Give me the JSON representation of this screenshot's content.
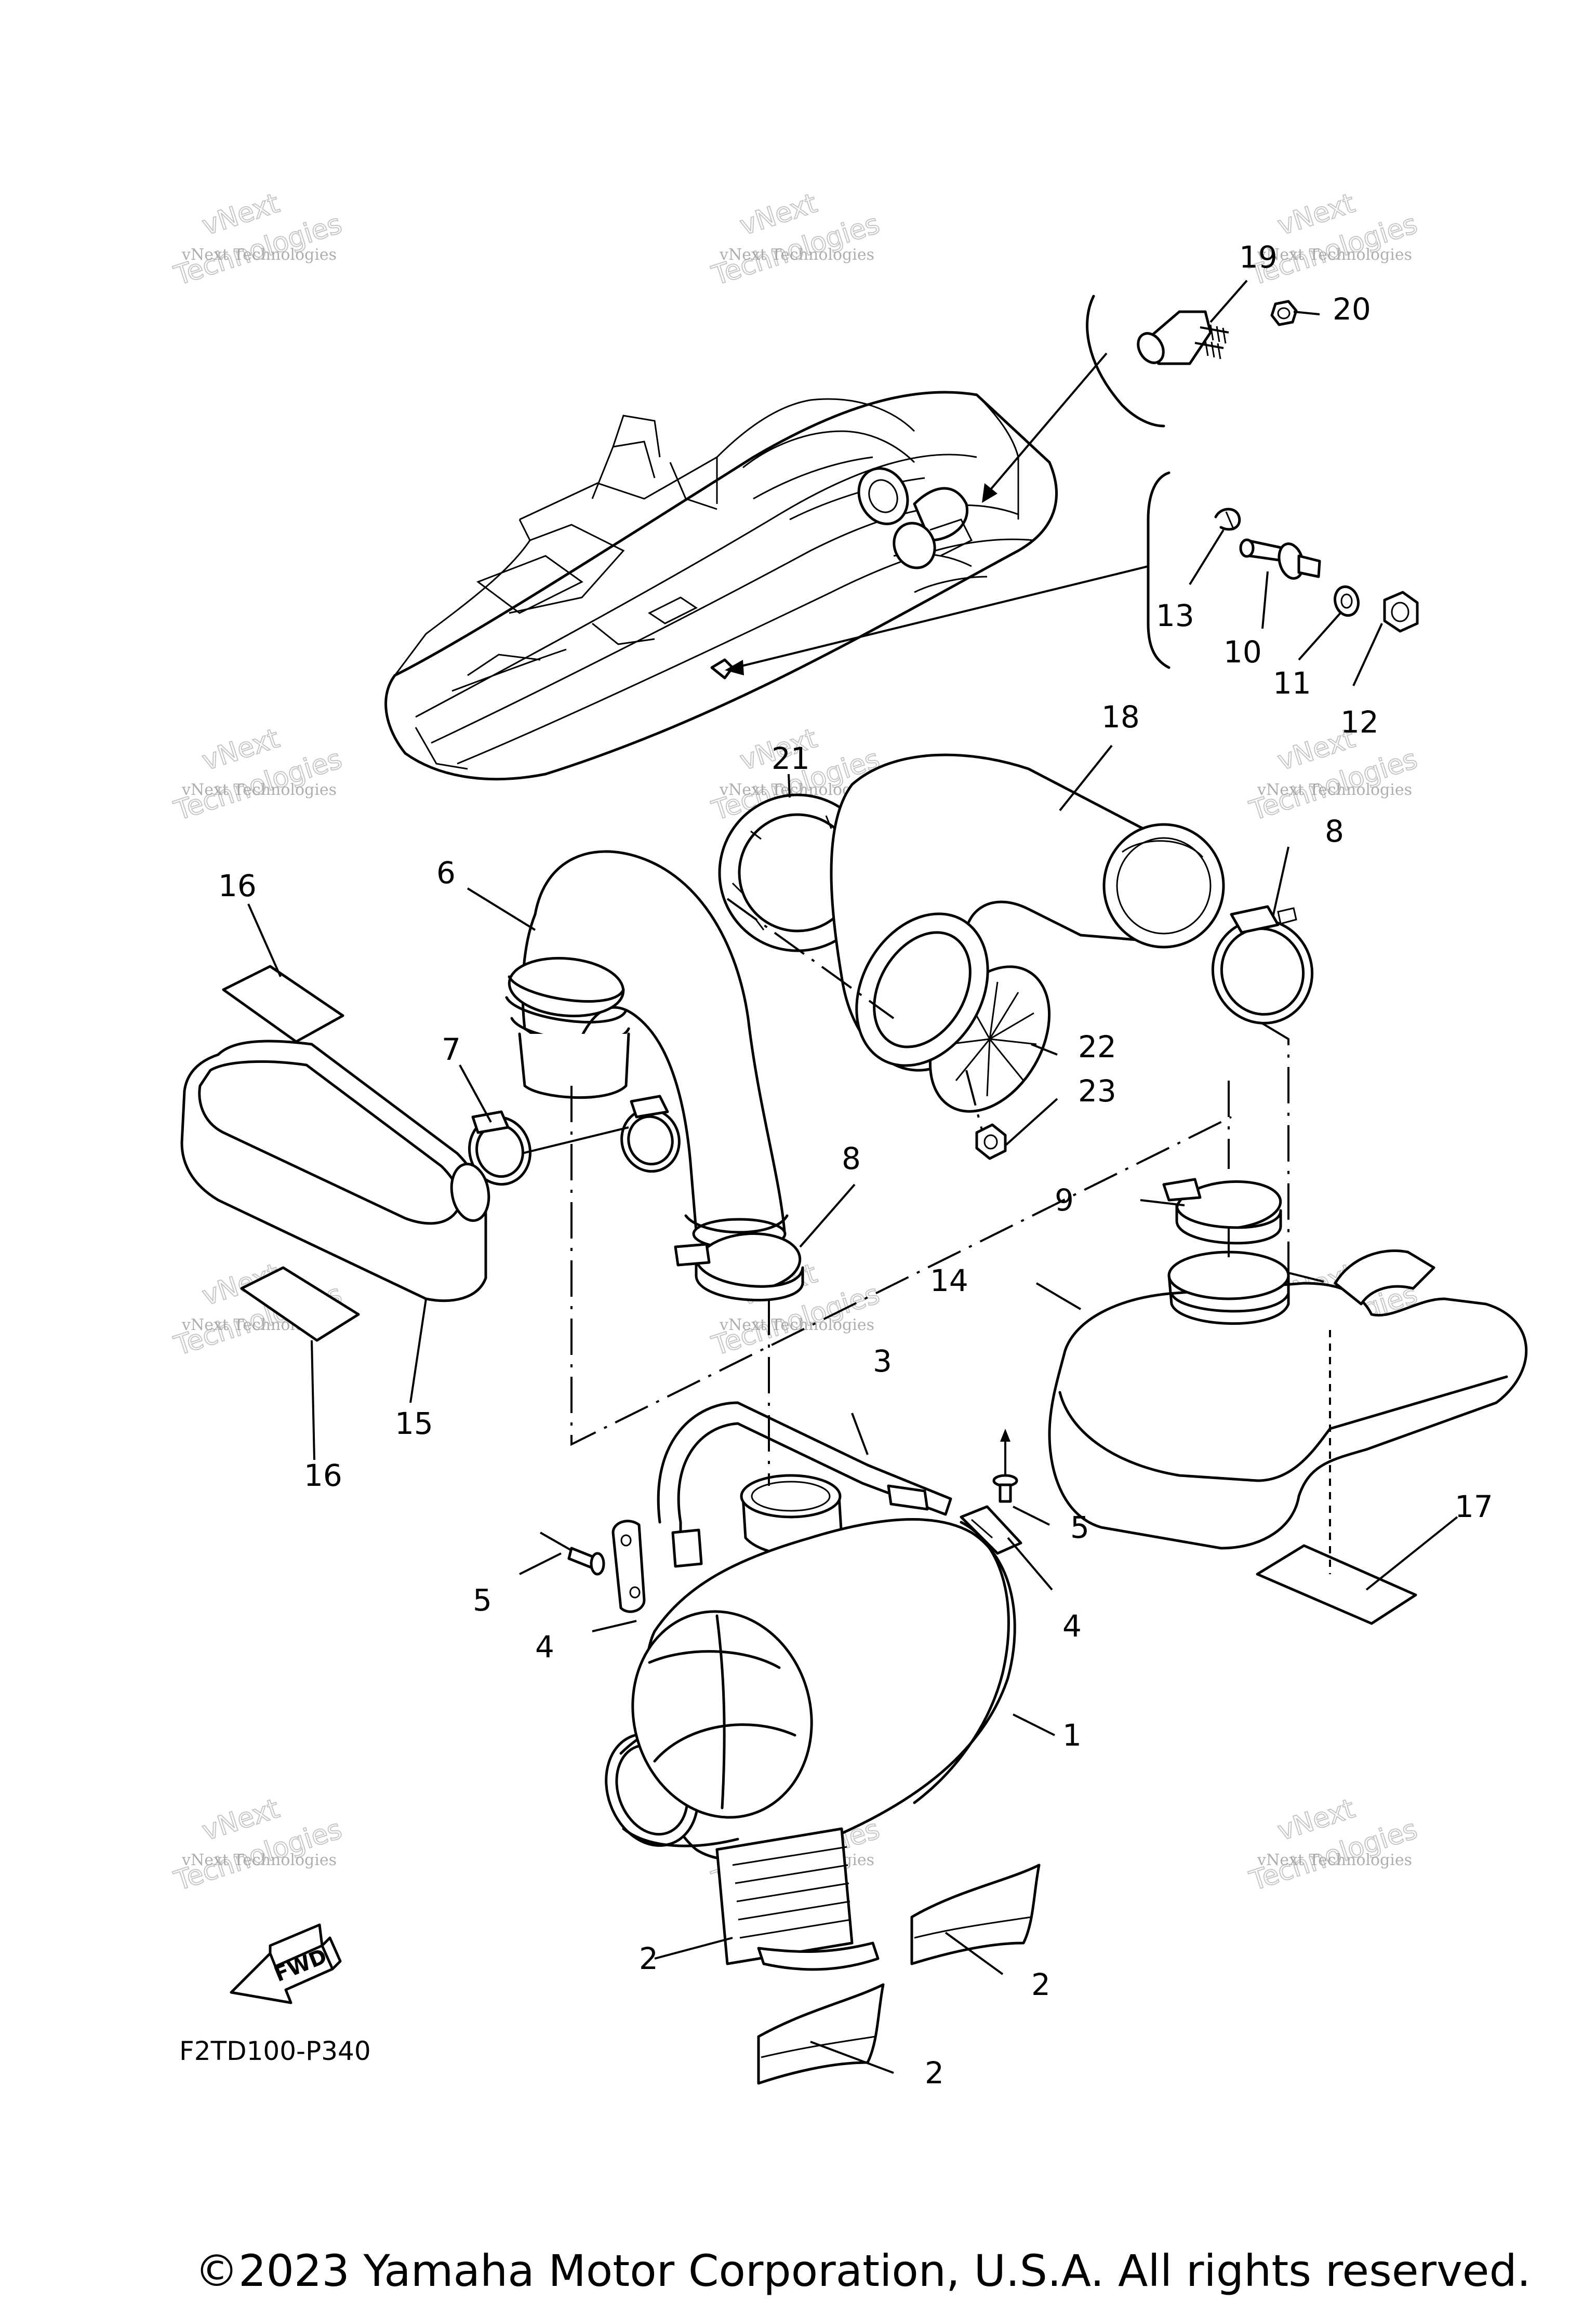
{
  "diagram_code": "F2TD100-P340",
  "copyright": "©2023 Yamaha Motor Corporation, U.S.A. All rights reserved.",
  "fwd_label": "FWD",
  "watermark": {
    "line1": "vNext Technologies",
    "line2": "Technologies",
    "line3": "vNext"
  },
  "callouts": {
    "c1": "1",
    "c2a": "2",
    "c2b": "2",
    "c2c": "2",
    "c3": "3",
    "c4a": "4",
    "c4b": "4",
    "c5a": "5",
    "c5b": "5",
    "c6": "6",
    "c7": "7",
    "c8a": "8",
    "c8b": "8",
    "c9": "9",
    "c10": "10",
    "c11": "11",
    "c12": "12",
    "c13": "13",
    "c14": "14",
    "c15": "15",
    "c16a": "16",
    "c16b": "16",
    "c17": "17",
    "c18": "18",
    "c19": "19",
    "c20": "20",
    "c21": "21",
    "c22": "22",
    "c23": "23"
  },
  "icons": {
    "fwd_arrow": "fwd-arrow-icon",
    "watercraft": "watercraft-icon"
  }
}
